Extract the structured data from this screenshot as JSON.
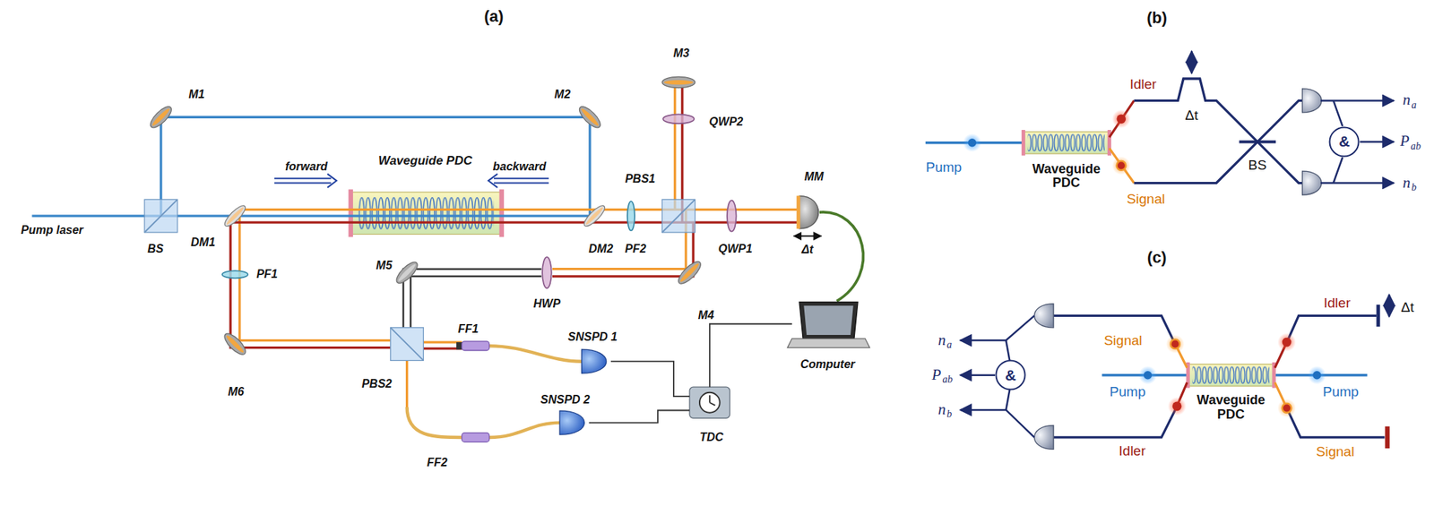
{
  "diagram": {
    "nodes": [
      {
        "text": [
          "Waveguide PDC"
        ]
      },
      {
        "text": [
          "SNSPD 1"
        ]
      },
      {
        "text": [
          "SNSPD 2"
        ]
      },
      {
        "text": [
          "TDC"
        ]
      },
      {
        "text": [
          "Computer"
        ]
      },
      {
        "text": [
          "Waveguide PDC"
        ]
      },
      {
        "text": [
          "&"
        ]
      },
      {
        "text": [
          "Waveguide PDC"
        ]
      },
      {
        "text": [
          "&"
        ]
      }
    ],
    "edges": [
      {
        "from": 1,
        "to": 3,
        "arrow": "none"
      },
      {
        "from": 2,
        "to": 3,
        "arrow": "none"
      },
      {
        "from": 3,
        "to": 4,
        "arrow": "none"
      }
    ],
    "labels": [
      "(a)",
      "M1",
      "M2",
      "M3",
      "QWP2",
      "forward",
      "backward",
      "Pump laser",
      "BS",
      "DM1",
      "DM2",
      "PF2",
      "PBS1",
      "QWP1",
      "MM",
      "Δt",
      "PF1",
      "M5",
      "HWP",
      "M4",
      "M6",
      "PBS2",
      "FF1",
      "FF2",
      "(b)",
      "Idler",
      "Δt",
      "Pump",
      "Signal",
      "BS",
      "n",
      "a",
      "P",
      "ab",
      "n",
      "b",
      "(c)",
      "Signal",
      "Idler",
      "Δt",
      "n",
      "a",
      "P",
      "ab",
      "n",
      "b",
      "Pump",
      "Pump",
      "Idler",
      "Signal"
    ]
  }
}
